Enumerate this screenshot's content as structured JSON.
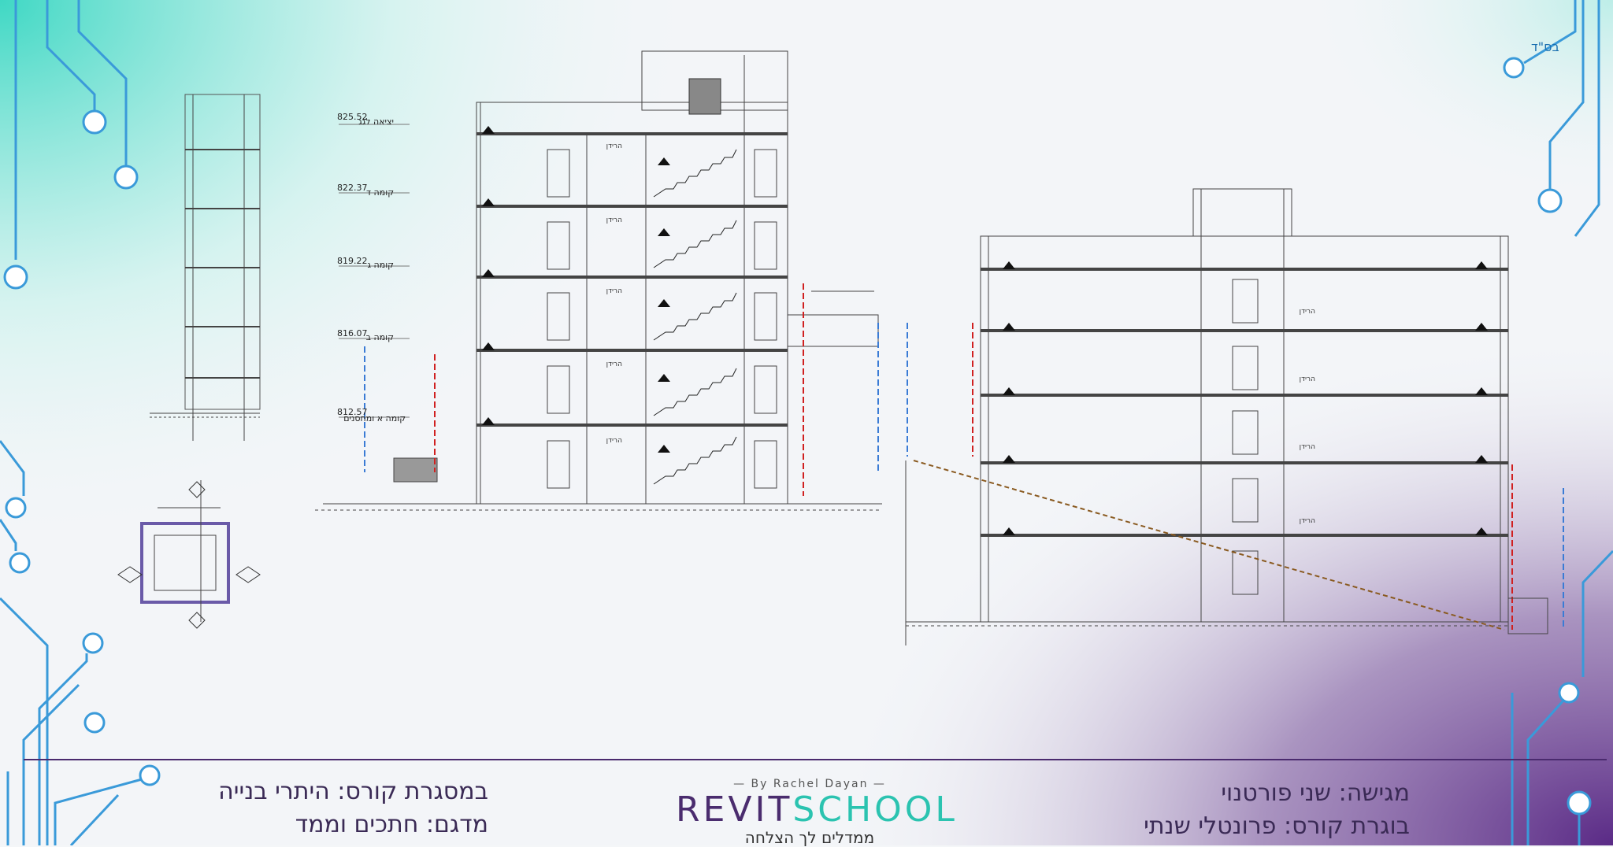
{
  "corner_tag": "בס\"ד",
  "elevations_left": [
    "825.52",
    "822.37",
    "819.22",
    "816.07",
    "812.57"
  ],
  "level_names_left": [
    "יציאה לגג",
    "קומה ד",
    "קומה ג",
    "קומה ב",
    "קומה א ומחסנים"
  ],
  "room_label": "הרידן",
  "footer": {
    "left_line1": "במסגרת קורס: היתרי בנייה",
    "left_line2": "מדגם: חתכים וממד",
    "right_line1": "מגישה: שני פורטנוי",
    "right_line2": "בוגרת קורס: פרונטלי שנתי",
    "brand_by": "— By Rachel Dayan —",
    "brand_part1": "REVIT",
    "brand_part2": "SCHOOL",
    "slogan": "ממדלים לך הצלחה"
  },
  "colors": {
    "teal": "#2bc3b0",
    "purple": "#4a2c6e",
    "circuit_blue": "#3a9ad9"
  }
}
